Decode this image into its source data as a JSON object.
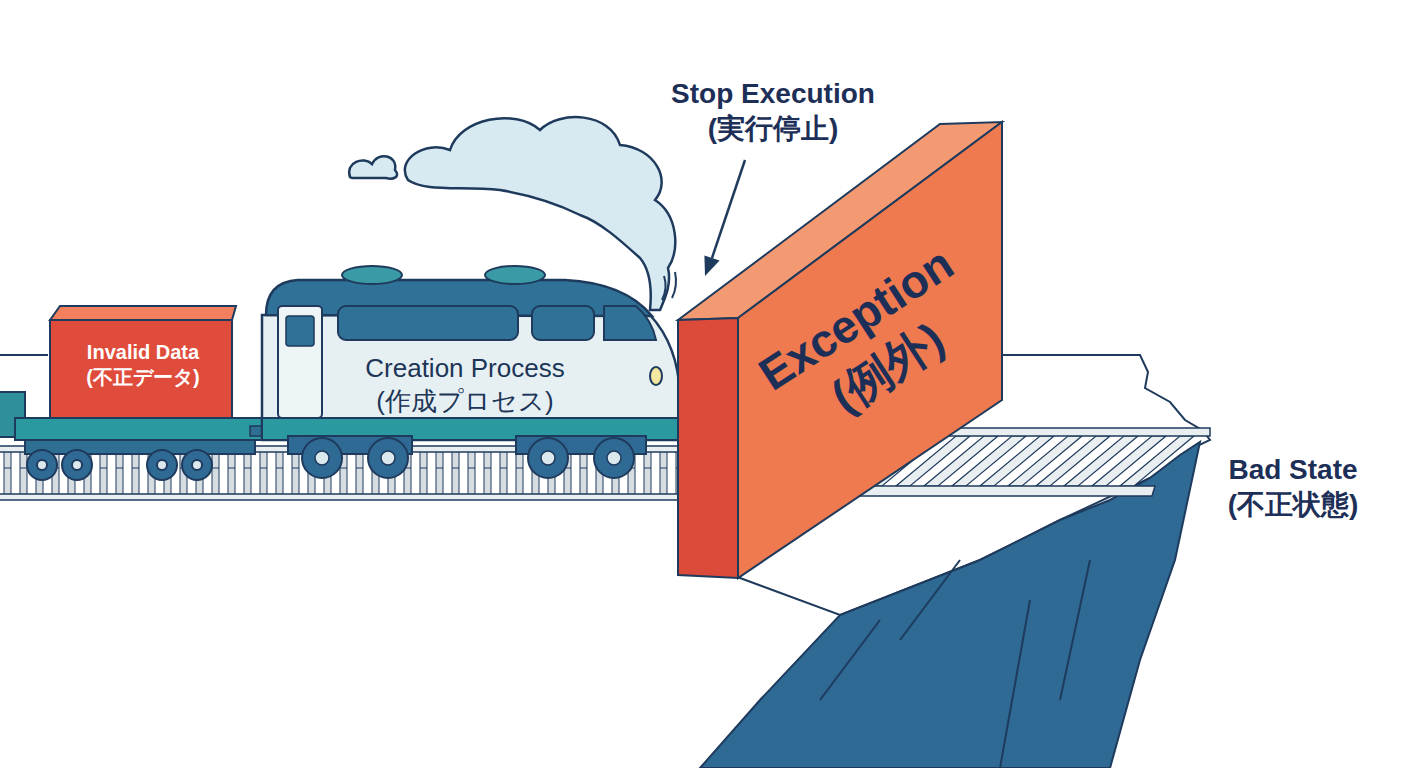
{
  "diagram": {
    "nodes": [
      {
        "text": [
          "Invalid Data (不正データ)"
        ]
      },
      {
        "text": [
          "Creation Process (作成プロセス)"
        ]
      },
      {
        "text": [
          "Exception (例外)"
        ]
      }
    ],
    "labels": [
      "Stop Execution (実行停止)",
      "Bad State (不正状態)"
    ]
  }
}
